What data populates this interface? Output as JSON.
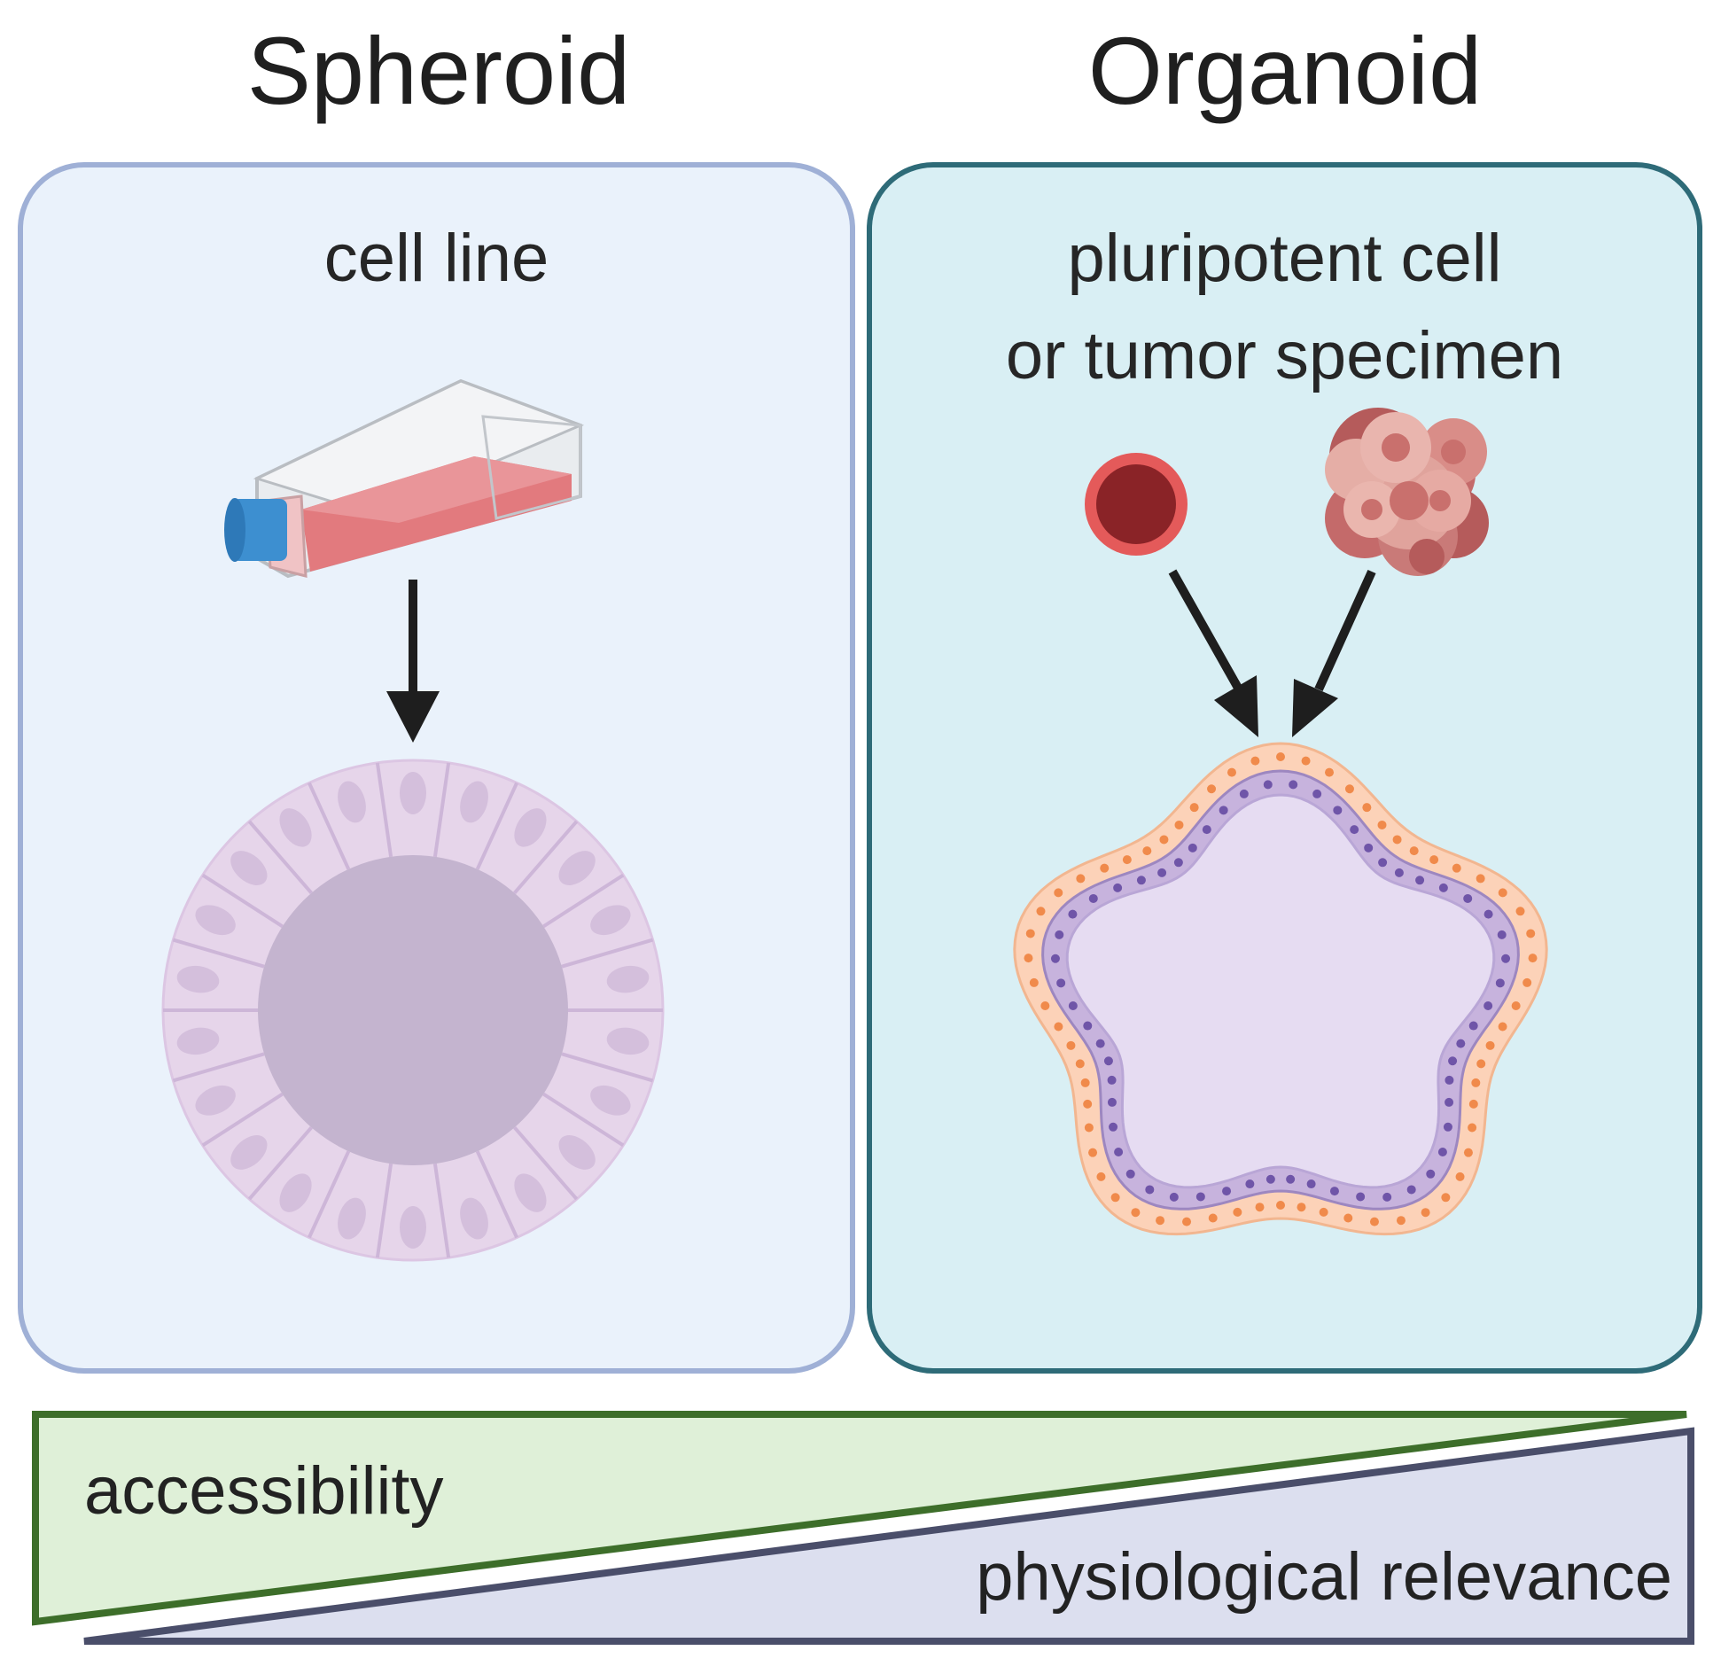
{
  "titles": {
    "left": "Spheroid",
    "right": "Organoid"
  },
  "panels": {
    "left": {
      "source": "cell line"
    },
    "right": {
      "source_line1": "pluripotent cell",
      "source_line2": "or tumor specimen"
    }
  },
  "gradient": {
    "increasing_left": "accessibility",
    "increasing_right": "physiological relevance"
  },
  "colors": {
    "left_panel_fill": "#eaf2fb",
    "left_panel_border": "#9fb0d6",
    "right_panel_fill": "#d9eff4",
    "right_panel_border": "#2e6b78",
    "accessibility_fill": "#dff0d8",
    "accessibility_border": "#3d6e2a",
    "relevance_fill": "#dcdfef",
    "relevance_border": "#4a4e6a"
  }
}
